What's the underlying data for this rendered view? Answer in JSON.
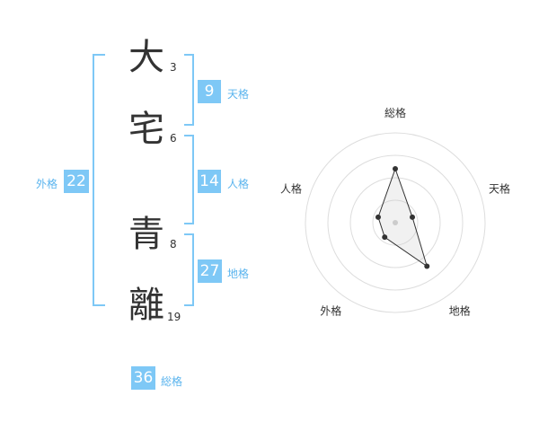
{
  "name_chars": [
    {
      "char": "大",
      "strokes": "3"
    },
    {
      "char": "宅",
      "strokes": "6"
    },
    {
      "char": "青",
      "strokes": "8"
    },
    {
      "char": "離",
      "strokes": "19"
    }
  ],
  "kaku": {
    "ten": {
      "value": "9",
      "label": "天格"
    },
    "jin": {
      "value": "14",
      "label": "人格"
    },
    "chi": {
      "value": "27",
      "label": "地格"
    },
    "gai": {
      "value": "22",
      "label": "外格"
    },
    "sou": {
      "value": "36",
      "label": "総格"
    }
  },
  "colors": {
    "accent": "#7ec8f6",
    "label": "#5ab4ee",
    "text": "#333333"
  },
  "chart_data": {
    "type": "radar",
    "axes": [
      "総格",
      "天格",
      "地格",
      "外格",
      "人格"
    ],
    "values": [
      3,
      1,
      3,
      1,
      1
    ],
    "rmax": 5,
    "rings": 4
  }
}
